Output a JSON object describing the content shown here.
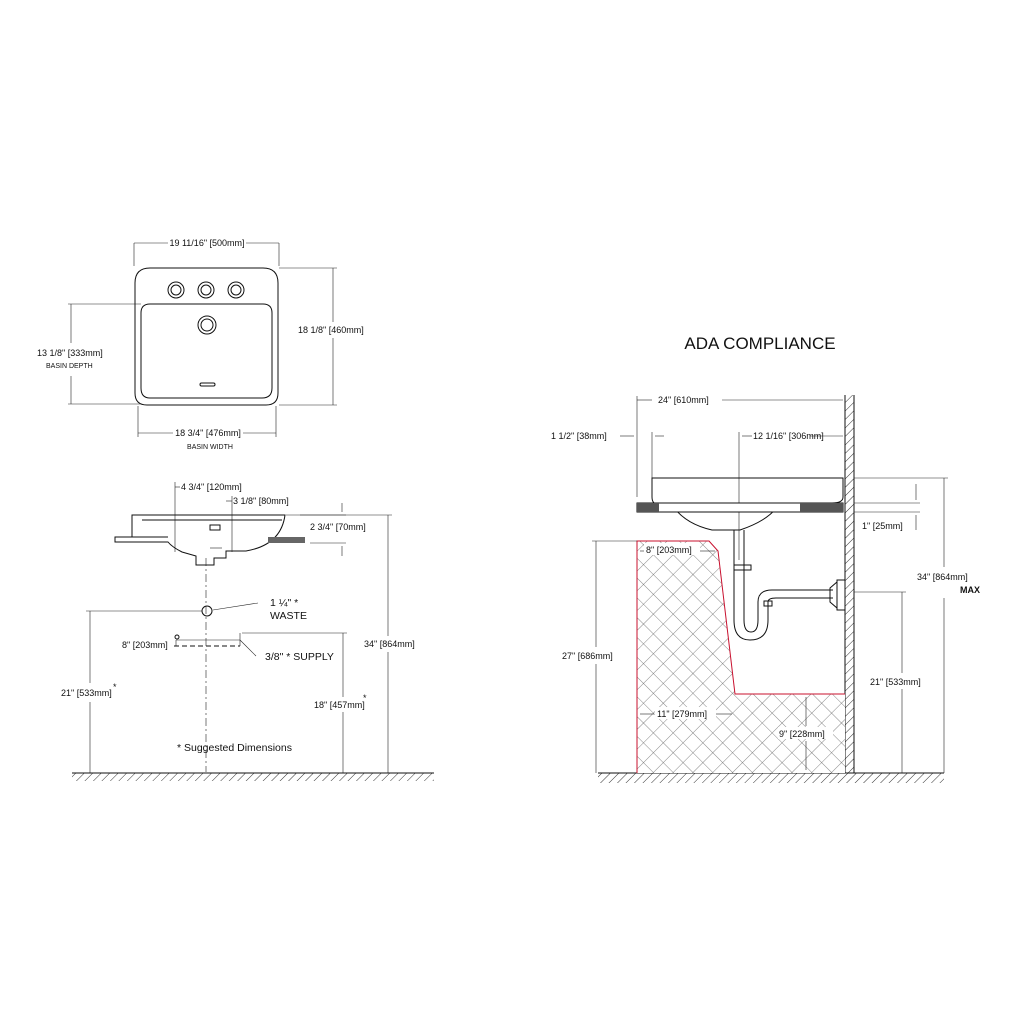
{
  "top_view": {
    "overall_width": "19 11/16\" [500mm]",
    "overall_depth": "18 1/8\" [460mm]",
    "basin_depth": "13 1/8\" [333mm]",
    "basin_depth_label": "BASIN DEPTH",
    "basin_width": "18 3/4\" [476mm]",
    "basin_width_label": "BASIN WIDTH"
  },
  "side_view": {
    "drain_offset": "4 3/4\" [120mm]",
    "deck_offset": "3 1/8\" [80mm]",
    "deck_height": "2 3/4\" [70mm]",
    "waste_size": "1 ¼\" *",
    "waste_label": "WASTE",
    "supply_spacing": "8\" [203mm]",
    "supply_label": "3/8\" * SUPPLY",
    "waste_height": "21\" [533mm]",
    "rim_height": "34\" [864mm]",
    "supply_height": "18\" [457mm]",
    "asterisk": "*",
    "footnote": "* Suggested Dimensions"
  },
  "ada": {
    "title": "ADA COMPLIANCE",
    "counter_depth": "24\" [610mm]",
    "front_offset": "1 1/2\" [38mm]",
    "drain_from_wall": "12 1/16\" [306mm]",
    "counter_thickness": "1\" [25mm]",
    "max_height": "34\" [864mm]",
    "max_label": "MAX",
    "knee_depth": "8\" [203mm]",
    "knee_height": "27\" [686mm]",
    "toe_depth": "11\" [279mm]",
    "toe_height": "9\" [228mm]",
    "trap_height": "21\" [533mm]"
  }
}
